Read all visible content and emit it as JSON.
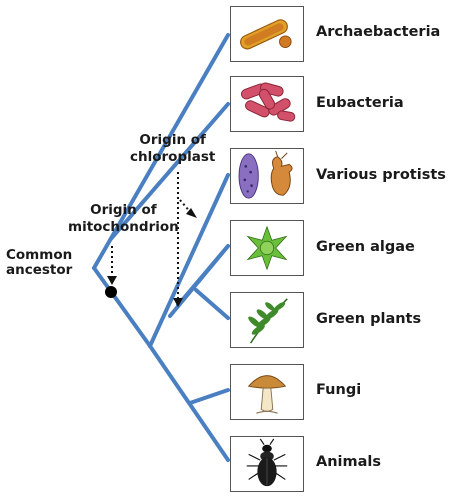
{
  "taxa": [
    {
      "label": "Archaebacteria",
      "icon": "archaebacteria-icon"
    },
    {
      "label": "Eubacteria",
      "icon": "eubacteria-icon"
    },
    {
      "label": "Various protists",
      "icon": "protists-icon"
    },
    {
      "label": "Green algae",
      "icon": "green-algae-icon"
    },
    {
      "label": "Green plants",
      "icon": "fern-icon"
    },
    {
      "label": "Fungi",
      "icon": "mushroom-icon"
    },
    {
      "label": "Animals",
      "icon": "beetle-icon"
    }
  ],
  "events": {
    "chloroplast": {
      "line1": "Origin of",
      "line2": "chloroplast"
    },
    "mitochondrion": {
      "line1": "Origin of",
      "line2": "mitochondrion"
    }
  },
  "root": {
    "line1": "Common",
    "line2": "ancestor"
  },
  "colors": {
    "branch": "#4a7fc1",
    "text": "#1a1a1a",
    "node": "#000000"
  }
}
